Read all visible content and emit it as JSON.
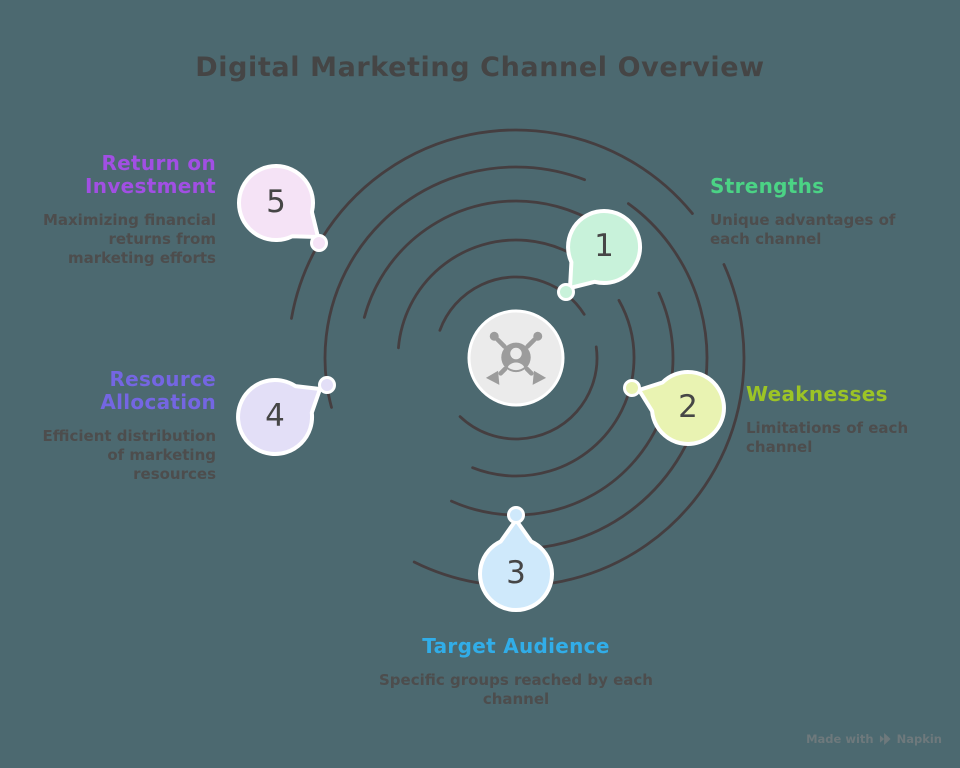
{
  "title": "Digital Marketing Channel Overview",
  "background_color": "#4c6970",
  "orbit_stroke_color": "#453e40",
  "center": {
    "icon": "audience-share-icon",
    "circle_color": "#ebebeb",
    "icon_color": "#9c9c9c"
  },
  "nodes": [
    {
      "number": "1",
      "label": "Strengths",
      "description": "Unique advantages of each channel",
      "label_color": "#4bd385",
      "bubble_color": "#c8f2da"
    },
    {
      "number": "2",
      "label": "Weaknesses",
      "description": "Limitations of each channel",
      "label_color": "#9cc426",
      "bubble_color": "#e9f3b2"
    },
    {
      "number": "3",
      "label": "Target Audience",
      "description": "Specific groups reached by each channel",
      "label_color": "#31ade8",
      "bubble_color": "#cfe9fb"
    },
    {
      "number": "4",
      "label": "Resource Allocation",
      "description": "Efficient distribution of marketing resources",
      "label_color": "#7466e2",
      "bubble_color": "#e3dff7"
    },
    {
      "number": "5",
      "label": "Return on Investment",
      "description": "Maximizing financial returns from marketing efforts",
      "label_color": "#a14fe3",
      "bubble_color": "#f5e3f6"
    }
  ],
  "watermark": {
    "prefix": "Made with",
    "brand": "Napkin"
  }
}
